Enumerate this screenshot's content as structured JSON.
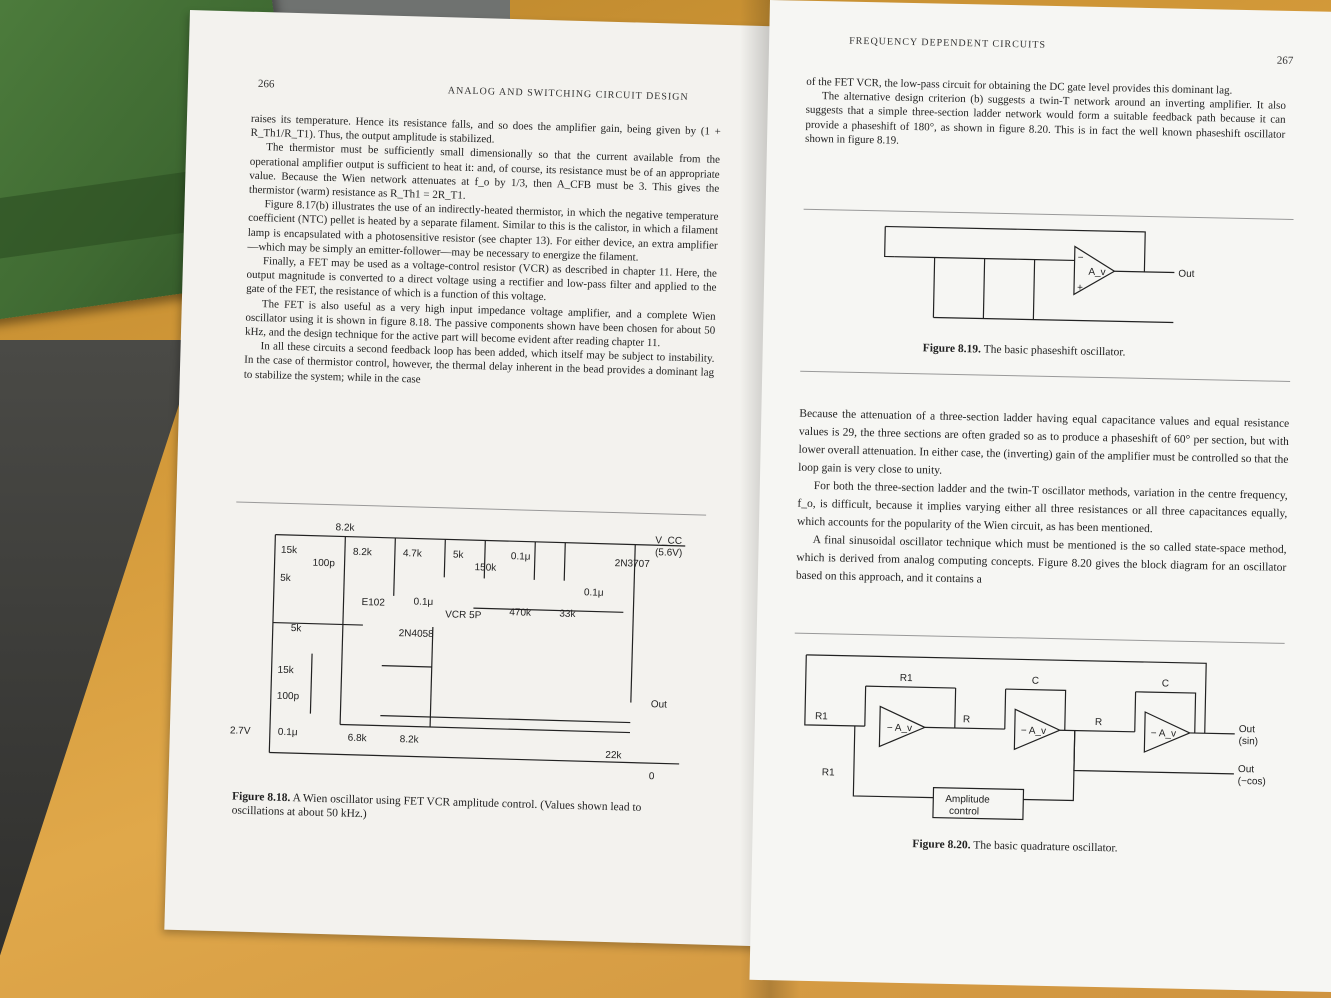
{
  "left_page": {
    "page_number": "266",
    "running_head": "ANALOG AND SWITCHING CIRCUIT DESIGN",
    "paragraphs": [
      "raises its temperature. Hence its resistance falls, and so does the amplifier gain, being given by (1 + R_Th1/R_T1). Thus, the output amplitude is stabilized.",
      "The thermistor must be sufficiently small dimensionally so that the current available from the operational amplifier output is sufficient to heat it: and, of course, its resistance must be of an appropriate value. Because the Wien network attenuates at f_o by 1/3, then A_CFB must be 3. This gives the thermistor (warm) resistance as R_Th1 = 2R_T1.",
      "Figure 8.17(b) illustrates the use of an indirectly-heated thermistor, in which the negative temperature coefficient (NTC) pellet is heated by a separate filament. Similar to this is the calistor, in which a filament lamp is encapsulated with a photosensitive resistor (see chapter 13). For either device, an extra amplifier—which may be simply an emitter-follower—may be necessary to energize the filament.",
      "Finally, a FET may be used as a voltage-control resistor (VCR) as described in chapter 11. Here, the output magnitude is converted to a direct voltage using a rectifier and low-pass filter and applied to the gate of the FET, the resistance of which is a function of this voltage.",
      "The FET is also useful as a very high input impedance voltage amplifier, and a complete Wien oscillator using it is shown in figure 8.18. The passive components shown have been chosen for about 50 kHz, and the design technique for the active part will become evident after reading chapter 11.",
      "In all these circuits a second feedback loop has been added, which itself may be subject to instability. In the case of thermistor control, however, the thermal delay inherent in the bead provides a dominant lag to stabilize the system; while in the case"
    ],
    "figure_818": {
      "labels": [
        "8.2k",
        "15k",
        "100p",
        "5k",
        "8.2k",
        "4.7k",
        "5k",
        "150k",
        "0.1μ",
        "V_CC",
        "(5.6V)",
        "2N3707",
        "E102",
        "0.1μ",
        "VCR 5P",
        "470k",
        "33k",
        "0.1μ",
        "5k",
        "2N4058",
        "15k",
        "100p",
        "Out",
        "2.7V",
        "0.1μ",
        "6.8k",
        "8.2k",
        "22k",
        "0"
      ],
      "caption_label": "Figure 8.18.",
      "caption_text": "A Wien oscillator using FET VCR amplitude control. (Values shown lead to oscillations at about 50 kHz.)"
    }
  },
  "right_page": {
    "page_number": "267",
    "running_head": "FREQUENCY DEPENDENT CIRCUITS",
    "top_paragraphs": [
      "of the FET VCR, the low-pass circuit for obtaining the DC gate level provides this dominant lag.",
      "The alternative design criterion (b) suggests a twin-T network around an inverting amplifier. It also suggests that a simple three-section ladder network would form a suitable feedback path because it can provide a phaseshift of 180°, as shown in figure 8.20. This is in fact the well known phaseshift oscillator shown in figure 8.19."
    ],
    "figure_819": {
      "labels": [
        "A_v",
        "Out",
        "−",
        "+"
      ],
      "caption_label": "Figure 8.19.",
      "caption_text": "The basic phaseshift oscillator."
    },
    "middle_paragraphs": [
      "Because the attenuation of a three-section ladder having equal capacitance values and equal resistance values is 29, the three sections are often graded so as to produce a phaseshift of 60° per section, but with lower overall attenuation. In either case, the (inverting) gain of the amplifier must be controlled so that the loop gain is very close to unity.",
      "For both the three-section ladder and the twin-T oscillator methods, variation in the centre frequency, f_o, is difficult, because it implies varying either all three resistances or all three capacitances equally, which accounts for the popularity of the Wien circuit, as has been mentioned.",
      "A final sinusoidal oscillator technique which must be mentioned is the so called state-space method, which is derived from analog computing concepts. Figure 8.20 gives the block diagram for an oscillator based on this approach, and it contains a"
    ],
    "figure_820": {
      "labels": [
        "R1",
        "R1",
        "C",
        "C",
        "R",
        "R",
        "− A_v",
        "− A_v",
        "− A_v",
        "Out",
        "(sin)",
        "Out",
        "(−cos)",
        "R1",
        "Amplitude",
        "control"
      ],
      "caption_label": "Figure 8.20.",
      "caption_text": "The basic quadrature oscillator."
    }
  }
}
